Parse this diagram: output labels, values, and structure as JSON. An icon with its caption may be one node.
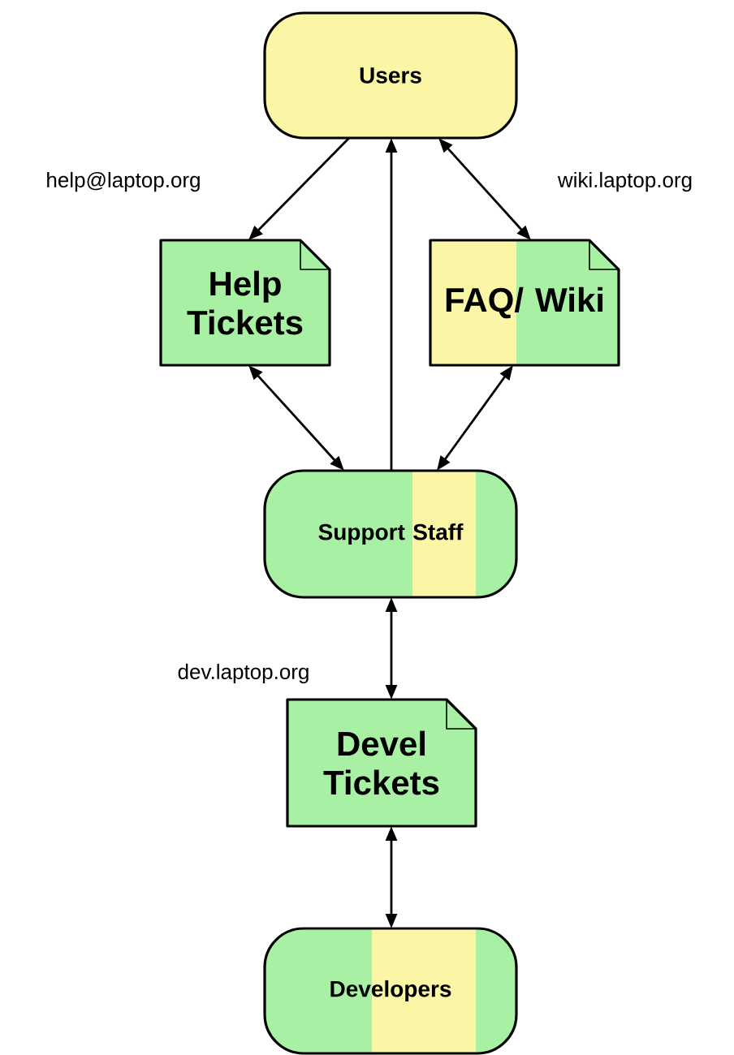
{
  "diagram": {
    "nodes": [
      {
        "text": [
          "Users"
        ]
      },
      {
        "text": [
          "Help Tickets"
        ]
      },
      {
        "text": [
          "FAQ/ Wiki"
        ]
      },
      {
        "text": [
          "Support Staff"
        ]
      },
      {
        "text": [
          "Devel Tickets"
        ]
      },
      {
        "text": [
          "Developers"
        ]
      }
    ],
    "edges": [
      {
        "from": 0,
        "to": 1,
        "arrow": "to",
        "label": "help@laptop.org"
      },
      {
        "from": 3,
        "to": 0,
        "arrow": "to"
      },
      {
        "from": 0,
        "to": 2,
        "arrow": "both",
        "label": "wiki.laptop.org"
      },
      {
        "from": 1,
        "to": 3,
        "arrow": "both"
      },
      {
        "from": 2,
        "to": 3,
        "arrow": "both"
      },
      {
        "from": 3,
        "to": 4,
        "arrow": "both",
        "label": "dev.laptop.org"
      },
      {
        "from": 4,
        "to": 5,
        "arrow": "both"
      }
    ]
  }
}
